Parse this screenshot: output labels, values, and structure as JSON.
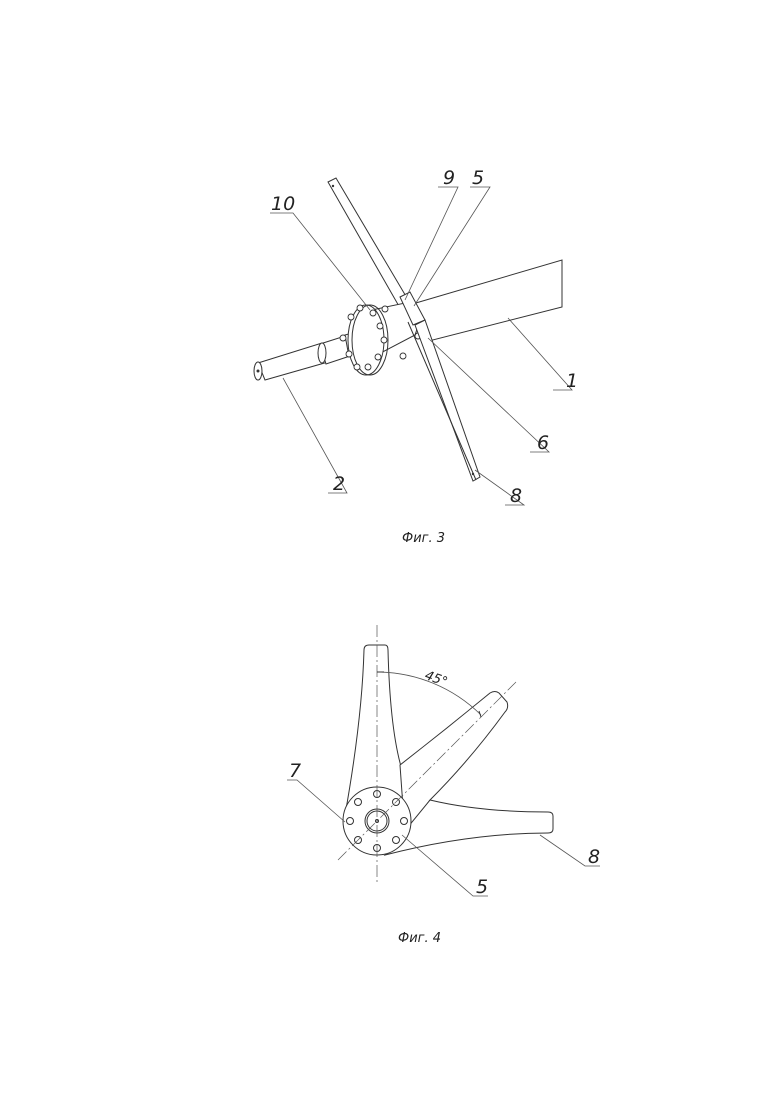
{
  "figure3": {
    "caption": "Фиг. 3",
    "labels": {
      "l1": "1",
      "l2": "2",
      "l5": "5",
      "l6": "6",
      "l8": "8",
      "l9": "9",
      "l10": "10"
    }
  },
  "figure4": {
    "caption": "Фиг. 4",
    "angle": "45°",
    "labels": {
      "l5": "5",
      "l7": "7",
      "l8": "8"
    }
  }
}
